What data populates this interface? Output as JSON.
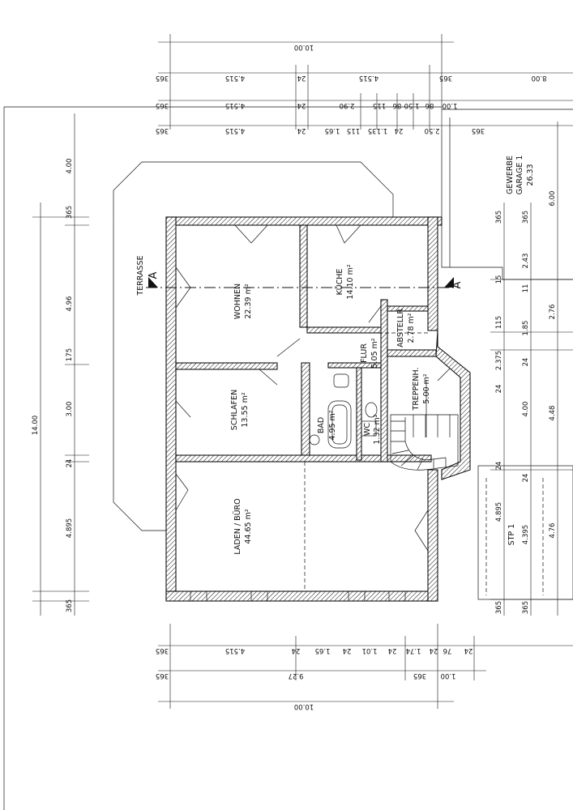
{
  "rooms": {
    "terrasse": "TERRASSE",
    "wohnen_name": "WOHNEN",
    "wohnen_area": "22.39 m²",
    "kueche_name": "KÜCHE",
    "kueche_area": "14.10 m²",
    "flur_name": "FLUR",
    "flur_area": "5.05 m²",
    "abstell_name": "ABSTELLR",
    "abstell_area": "2.78 m²",
    "treppe_name": "TREPPENH.",
    "treppe_area": "5.00 m²",
    "schlafen_name": "SCHLAFEN",
    "schlafen_area": "13.55 m²",
    "bad_name": "BAD",
    "bad_area": "4.95 m²",
    "wc_name": "WC",
    "wc_area": "1.32 m²",
    "laden_name": "LADEN / BÜRO",
    "laden_area": "44.65 m²",
    "garage_line1": "GEWERBE",
    "garage_line2": "GARAGE 1",
    "garage_area": "26.33",
    "stp": "STP 1"
  },
  "section_marks": {
    "left": "A",
    "right": "A"
  },
  "dims_top": {
    "total": "10.00",
    "garage_width": "8.00",
    "row1": [
      "365",
      "4.515",
      "24",
      "4.515",
      "365"
    ],
    "row2": [
      "365",
      "4.515",
      "24",
      "2.90",
      "115",
      "86",
      "1.50",
      "86",
      "1.00"
    ],
    "row3": [
      "365",
      "4.515",
      "24",
      "1.65",
      "115",
      "1.135",
      "24",
      "2.50",
      "365"
    ]
  },
  "dims_bottom": {
    "row1": [
      "365",
      "4.515",
      "24",
      "1.65",
      "24",
      "1.01",
      "24",
      "1.74",
      "24",
      "76",
      "24"
    ],
    "row2": [
      "365",
      "9.27",
      "365",
      "1.00"
    ],
    "total": "10.00"
  },
  "dims_left": {
    "total": "14.00",
    "outer": "4.00",
    "chain": [
      "365",
      "4.96",
      "175",
      "3.00",
      "24",
      "4.895",
      "365"
    ]
  },
  "dims_right": {
    "col1": [
      "365",
      "15",
      "115",
      "2.375",
      "24",
      "24",
      "4.895",
      "365"
    ],
    "col2": [
      "365",
      "2.43",
      "11",
      "1.85",
      "24",
      "4.00",
      "24",
      "4.395",
      "365"
    ],
    "col3": [
      "6.00",
      "2.76",
      "4.48",
      "4.76"
    ]
  }
}
